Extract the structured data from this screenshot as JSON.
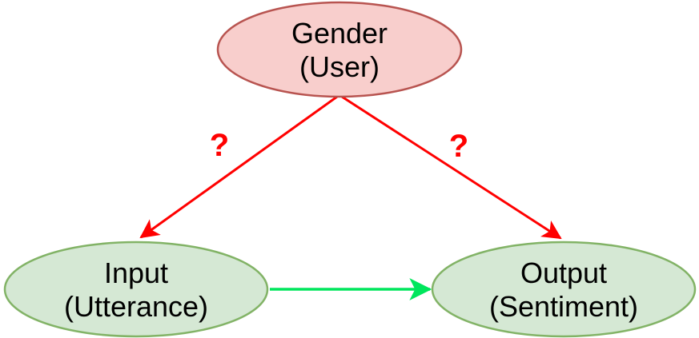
{
  "diagram": {
    "title": "gender-input-output-causal-diagram",
    "background_color": "#ffffff",
    "text_color": "#000000",
    "nodes": {
      "gender": {
        "line1": "Gender",
        "line2": "(User)",
        "fill": "#f8cecc",
        "stroke": "#b85450"
      },
      "input": {
        "line1": "Input",
        "line2": "(Utterance)",
        "fill": "#d5e8d4",
        "stroke": "#82b366"
      },
      "output": {
        "line1": "Output",
        "line2": "(Sentiment)",
        "fill": "#d5e8d4",
        "stroke": "#82b366"
      }
    },
    "edges": {
      "gender_to_input": {
        "label": "?",
        "color": "#ff0000",
        "from": "gender",
        "to": "input"
      },
      "gender_to_output": {
        "label": "?",
        "color": "#ff0000",
        "from": "gender",
        "to": "output"
      },
      "input_to_output": {
        "label": "",
        "color": "#00e65c",
        "from": "input",
        "to": "output"
      }
    }
  }
}
